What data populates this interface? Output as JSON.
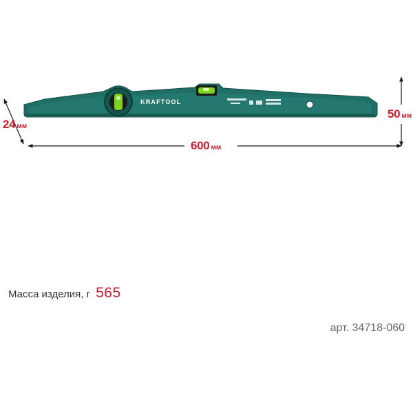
{
  "product": {
    "brand": "KRAFTOOL",
    "body_color": "#1f6f66",
    "vial_color": "#7ed321"
  },
  "dimensions": {
    "width": {
      "value": "24",
      "unit": "мм"
    },
    "length": {
      "value": "600",
      "unit": "мм"
    },
    "height": {
      "value": "50",
      "unit": "мм"
    },
    "accent_color": "#c8202e"
  },
  "specs": {
    "mass_label": "Масса изделия, г",
    "mass_value": "565"
  },
  "article": "арт. 34718-060"
}
